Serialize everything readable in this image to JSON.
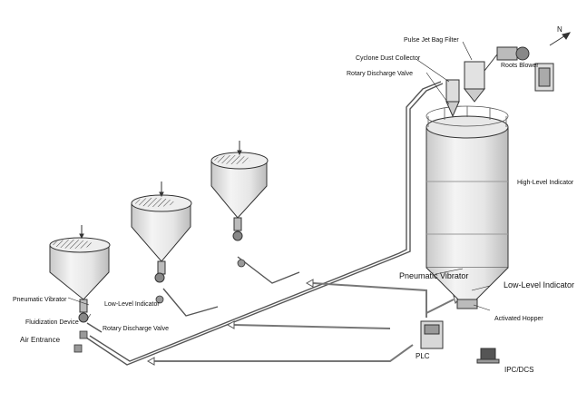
{
  "labels": {
    "pulse_jet_bag_filter": "Pulse Jet Bag Filter",
    "cyclone_dust_collector": "Cyclone Dust Collector",
    "rotary_discharge_valve_top": "Rotary Discharge Valve",
    "roots_blower": "Roots Blower",
    "high_level_indicator": "High-Level Indicator",
    "pneumatic_vibrator_silo": "Pneumatic Vibrator",
    "low_level_indicator_silo": "Low-Level Indicator",
    "activated_hopper": "Activated Hopper",
    "pneumatic_vibrator_left": "Pneumatic Vibrator",
    "low_level_indicator_left": "Low-Level Indicator",
    "fluidization_device": "Fluidization Device",
    "rotary_discharge_valve_bottom": "Rotary Discharge Valve",
    "air_entrance": "Air Entrance",
    "plc": "PLC",
    "ipc_dcs": "IPC/DCS",
    "north_marker": "N"
  },
  "colors": {
    "line": "#333333",
    "vessel_fill": "#f2f2f2",
    "vessel_shade": "#d6d6d6",
    "pipe": "#555555"
  }
}
